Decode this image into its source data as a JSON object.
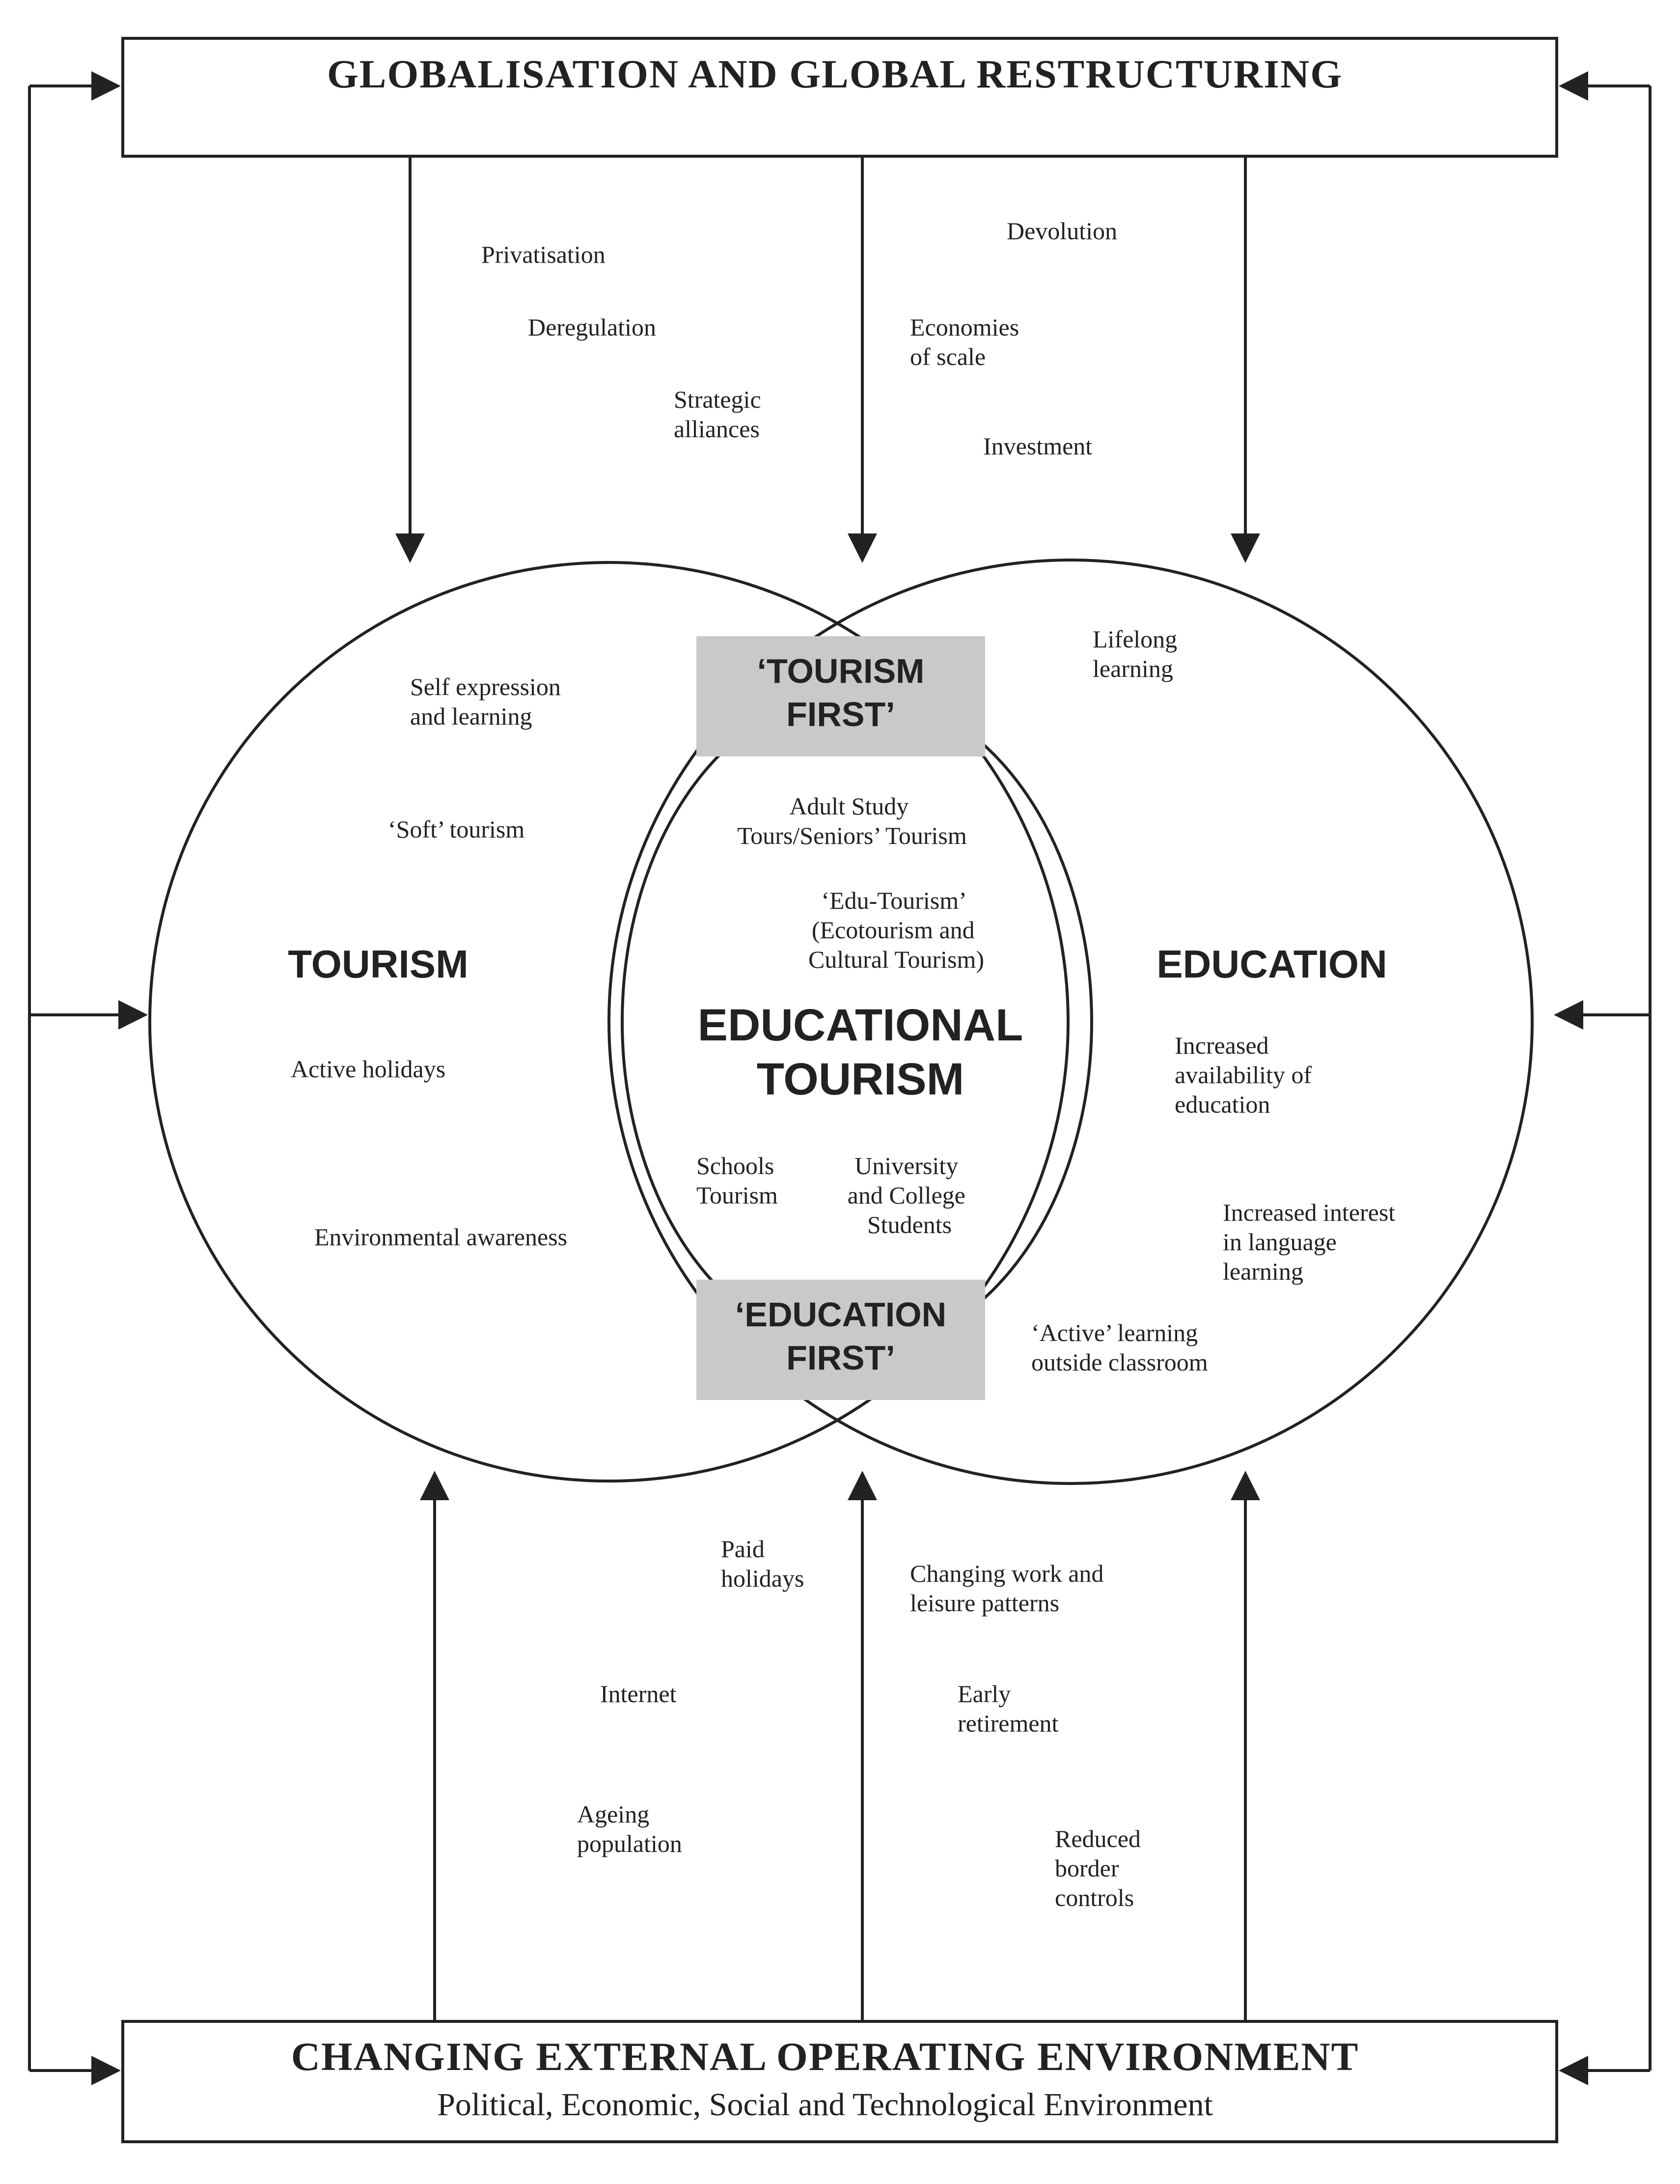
{
  "top_banner": {
    "title": "GLOBALISATION AND GLOBAL RESTRUCTURING"
  },
  "bottom_banner": {
    "title": "CHANGING EXTERNAL OPERATING ENVIRONMENT",
    "subtitle": "Political, Economic, Social and Technological Environment"
  },
  "circles": {
    "tourism": "TOURISM",
    "education": "EDUCATION",
    "center": [
      "EDUCATIONAL",
      "TOURISM"
    ]
  },
  "boxes": {
    "tourism_first": [
      "‘TOURISM",
      "FIRST’"
    ],
    "education_first": [
      "‘EDUCATION",
      "FIRST’"
    ]
  },
  "top_factors": {
    "privatisation": "Privatisation",
    "deregulation": "Deregulation",
    "strategic_alliances": [
      "Strategic",
      "alliances"
    ],
    "devolution": "Devolution",
    "economies_of_scale": [
      "Economies",
      "of scale"
    ],
    "investment": "Investment"
  },
  "tourism_items": {
    "self_expression": [
      "Self expression",
      "and learning"
    ],
    "soft_tourism": "‘Soft’ tourism",
    "active_holidays": "Active holidays",
    "environmental_awareness": "Environmental awareness"
  },
  "center_items": {
    "adult_study": [
      "Adult Study",
      "Tours/Seniors’ Tourism"
    ],
    "edu_tourism": [
      "‘Edu-Tourism’",
      "(Ecotourism and",
      "Cultural Tourism)"
    ],
    "schools_tourism": [
      "Schools",
      "Tourism"
    ],
    "university": [
      "University",
      "and College",
      "Students"
    ]
  },
  "education_items": {
    "lifelong": [
      "Lifelong",
      "learning"
    ],
    "availability": [
      "Increased",
      "availability of",
      "education"
    ],
    "language": [
      "Increased interest",
      "in language",
      "learning"
    ],
    "active_learning": [
      "‘Active’ learning",
      "outside classroom"
    ]
  },
  "bottom_factors": {
    "paid_holidays": [
      "Paid",
      "holidays"
    ],
    "changing_work": [
      "Changing work and",
      "leisure patterns"
    ],
    "internet": "Internet",
    "early_retirement": [
      "Early",
      "retirement"
    ],
    "ageing_population": [
      "Ageing",
      "population"
    ],
    "reduced_border": [
      "Reduced",
      "border",
      "controls"
    ]
  }
}
